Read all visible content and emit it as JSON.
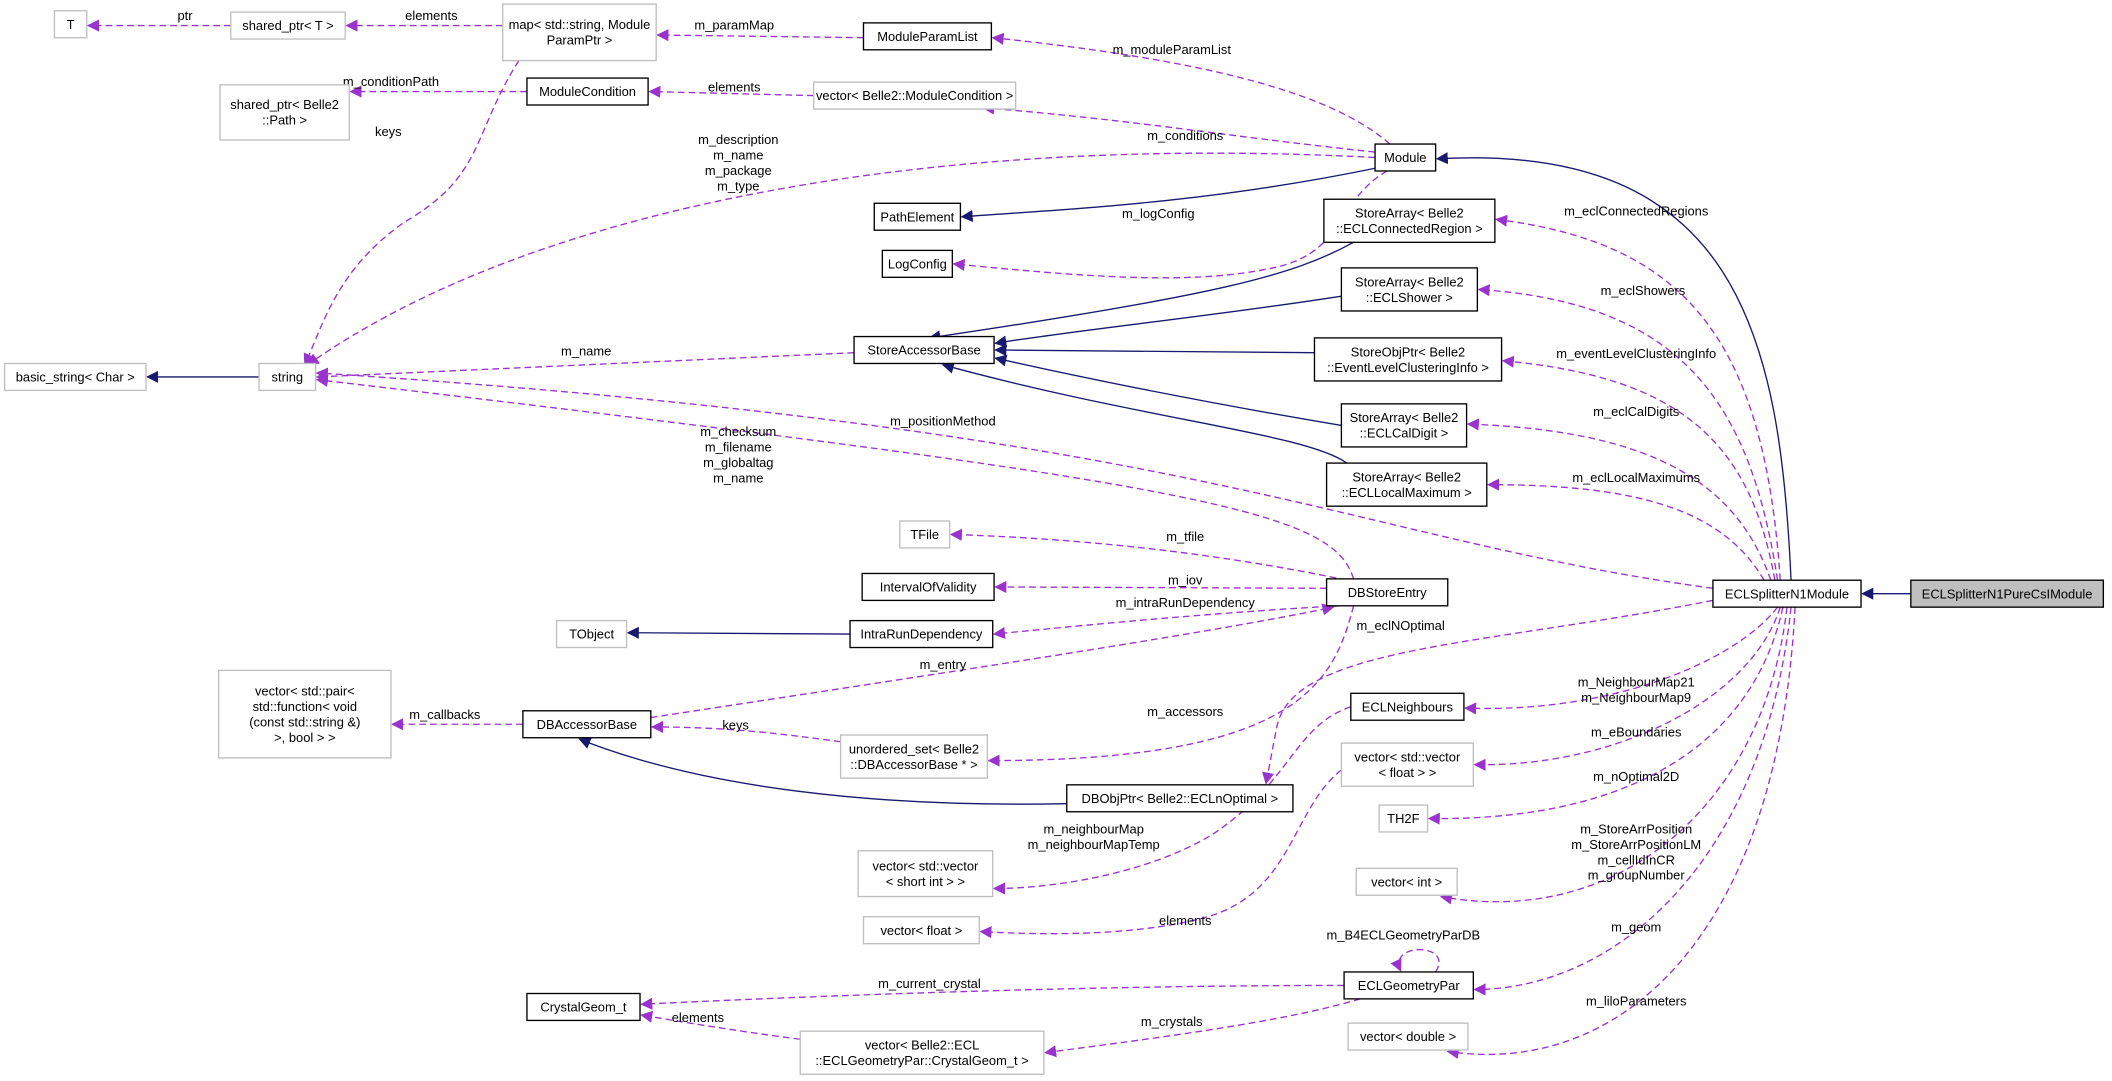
{
  "title": "ECLSplitterN1PureCsIModule collaboration diagram",
  "colors": {
    "usage_edge": "#9a32cd",
    "inherit_edge": "#191970",
    "focus_fill": "#bfbfbf",
    "external_border": "#bfbfbf"
  },
  "nodes": [
    {
      "id": "T",
      "lines": [
        "T"
      ],
      "style": "gray"
    },
    {
      "id": "shared_ptr_T",
      "lines": [
        "shared_ptr< T >"
      ],
      "style": "gray"
    },
    {
      "id": "map",
      "lines": [
        "map< std::string, Module",
        "ParamPtr >"
      ],
      "style": "gray"
    },
    {
      "id": "ModuleParamList",
      "lines": [
        "ModuleParamList"
      ],
      "style": "black"
    },
    {
      "id": "shared_ptr_Path",
      "lines": [
        "shared_ptr< Belle2",
        "::Path >"
      ],
      "style": "gray"
    },
    {
      "id": "ModuleCondition",
      "lines": [
        "ModuleCondition"
      ],
      "style": "black"
    },
    {
      "id": "vec_ModuleCondition",
      "lines": [
        "vector< Belle2::ModuleCondition >"
      ],
      "style": "gray"
    },
    {
      "id": "Module",
      "lines": [
        "Module"
      ],
      "style": "black"
    },
    {
      "id": "PathElement",
      "lines": [
        "PathElement"
      ],
      "style": "black"
    },
    {
      "id": "LogConfig",
      "lines": [
        "LogConfig"
      ],
      "style": "black"
    },
    {
      "id": "SA_ConnectedRegion",
      "lines": [
        "StoreArray< Belle2",
        "::ECLConnectedRegion >"
      ],
      "style": "black"
    },
    {
      "id": "SA_Shower",
      "lines": [
        "StoreArray< Belle2",
        "::ECLShower >"
      ],
      "style": "black"
    },
    {
      "id": "StoreAccessorBase",
      "lines": [
        "StoreAccessorBase"
      ],
      "style": "black"
    },
    {
      "id": "SO_EventLevel",
      "lines": [
        "StoreObjPtr< Belle2",
        "::EventLevelClusteringInfo >"
      ],
      "style": "black"
    },
    {
      "id": "SA_CalDigit",
      "lines": [
        "StoreArray< Belle2",
        "::ECLCalDigit >"
      ],
      "style": "black"
    },
    {
      "id": "SA_LocalMaximum",
      "lines": [
        "StoreArray< Belle2",
        "::ECLLocalMaximum >"
      ],
      "style": "black"
    },
    {
      "id": "basic_string",
      "lines": [
        "basic_string< Char >"
      ],
      "style": "gray"
    },
    {
      "id": "string",
      "lines": [
        "string"
      ],
      "style": "gray"
    },
    {
      "id": "TFile",
      "lines": [
        "TFile"
      ],
      "style": "gray"
    },
    {
      "id": "IntervalOfValidity",
      "lines": [
        "IntervalOfValidity"
      ],
      "style": "black"
    },
    {
      "id": "DBStoreEntry",
      "lines": [
        "DBStoreEntry"
      ],
      "style": "black"
    },
    {
      "id": "ECLSplitterN1Module",
      "lines": [
        "ECLSplitterN1Module"
      ],
      "style": "black"
    },
    {
      "id": "ECLSplitterN1PureCsIModule",
      "lines": [
        "ECLSplitterN1PureCsIModule"
      ],
      "style": "focus"
    },
    {
      "id": "TObject",
      "lines": [
        "TObject"
      ],
      "style": "gray"
    },
    {
      "id": "IntraRunDependency",
      "lines": [
        "IntraRunDependency"
      ],
      "style": "black"
    },
    {
      "id": "DBAccessorBase",
      "lines": [
        "DBAccessorBase"
      ],
      "style": "black"
    },
    {
      "id": "vec_pair",
      "lines": [
        "vector< std::pair<",
        "std::function< void",
        "(const std::string &)",
        ">, bool > >"
      ],
      "style": "gray"
    },
    {
      "id": "unordered_set",
      "lines": [
        "unordered_set< Belle2",
        "::DBAccessorBase * >"
      ],
      "style": "gray"
    },
    {
      "id": "ECLNeighbours",
      "lines": [
        "ECLNeighbours"
      ],
      "style": "black"
    },
    {
      "id": "vec_vec_float",
      "lines": [
        "vector< std::vector",
        "< float > >"
      ],
      "style": "gray"
    },
    {
      "id": "TH2F",
      "lines": [
        "TH2F"
      ],
      "style": "gray"
    },
    {
      "id": "DBObjPtr",
      "lines": [
        "DBObjPtr< Belle2::ECLnOptimal >"
      ],
      "style": "black"
    },
    {
      "id": "vec_vec_short",
      "lines": [
        "vector< std::vector",
        "< short int > >"
      ],
      "style": "gray"
    },
    {
      "id": "vec_float",
      "lines": [
        "vector< float >"
      ],
      "style": "gray"
    },
    {
      "id": "vec_int",
      "lines": [
        "vector< int >"
      ],
      "style": "gray"
    },
    {
      "id": "ECLGeometryPar",
      "lines": [
        "ECLGeometryPar"
      ],
      "style": "black"
    },
    {
      "id": "CrystalGeom_t",
      "lines": [
        "CrystalGeom_t"
      ],
      "style": "black"
    },
    {
      "id": "vec_CrystalGeom",
      "lines": [
        "vector< Belle2::ECL",
        "::ECLGeometryPar::CrystalGeom_t >"
      ],
      "style": "gray"
    },
    {
      "id": "vec_double",
      "lines": [
        "vector< double >"
      ],
      "style": "gray"
    }
  ],
  "edges": [
    {
      "id": "e1",
      "from": "ECLSplitterN1PureCsIModule",
      "to": "ECLSplitterN1Module",
      "kind": "inherit",
      "label": []
    },
    {
      "id": "e2",
      "from": "ECLSplitterN1Module",
      "to": "Module",
      "kind": "inherit",
      "label": []
    },
    {
      "id": "e3",
      "from": "Module",
      "to": "PathElement",
      "kind": "inherit",
      "label": []
    },
    {
      "id": "e4",
      "from": "SA_ConnectedRegion",
      "to": "StoreAccessorBase",
      "kind": "inherit",
      "label": []
    },
    {
      "id": "e5",
      "from": "SA_Shower",
      "to": "StoreAccessorBase",
      "kind": "inherit",
      "label": []
    },
    {
      "id": "e6",
      "from": "SO_EventLevel",
      "to": "StoreAccessorBase",
      "kind": "inherit",
      "label": []
    },
    {
      "id": "e7",
      "from": "SA_CalDigit",
      "to": "StoreAccessorBase",
      "kind": "inherit",
      "label": []
    },
    {
      "id": "e8",
      "from": "SA_LocalMaximum",
      "to": "StoreAccessorBase",
      "kind": "inherit",
      "label": []
    },
    {
      "id": "e9",
      "from": "string",
      "to": "basic_string",
      "kind": "inherit",
      "label": []
    },
    {
      "id": "e10",
      "from": "IntraRunDependency",
      "to": "TObject",
      "kind": "inherit",
      "label": []
    },
    {
      "id": "e11",
      "from": "DBObjPtr",
      "to": "DBAccessorBase",
      "kind": "inherit",
      "label": []
    },
    {
      "id": "u1",
      "from": "shared_ptr_T",
      "to": "T",
      "kind": "usage",
      "label": [
        "ptr"
      ]
    },
    {
      "id": "u2",
      "from": "map",
      "to": "shared_ptr_T",
      "kind": "usage",
      "label": [
        "elements"
      ]
    },
    {
      "id": "u3",
      "from": "ModuleParamList",
      "to": "map",
      "kind": "usage",
      "label": [
        "m_paramMap"
      ]
    },
    {
      "id": "u4",
      "from": "map",
      "to": "string",
      "kind": "usage",
      "label": [
        "keys"
      ]
    },
    {
      "id": "u5",
      "from": "ModuleCondition",
      "to": "shared_ptr_Path",
      "kind": "usage",
      "label": [
        "m_conditionPath"
      ]
    },
    {
      "id": "u6",
      "from": "vec_ModuleCondition",
      "to": "ModuleCondition",
      "kind": "usage",
      "label": [
        "elements"
      ]
    },
    {
      "id": "u7",
      "from": "Module",
      "to": "ModuleParamList",
      "kind": "usage",
      "label": [
        "m_moduleParamList"
      ]
    },
    {
      "id": "u8",
      "from": "Module",
      "to": "vec_ModuleCondition",
      "kind": "usage",
      "label": [
        "m_conditions"
      ]
    },
    {
      "id": "u9",
      "from": "Module",
      "to": "string",
      "kind": "usage",
      "label": [
        "m_description",
        "m_name",
        "m_package",
        "m_type"
      ]
    },
    {
      "id": "u10",
      "from": "Module",
      "to": "LogConfig",
      "kind": "usage",
      "label": [
        "m_logConfig"
      ]
    },
    {
      "id": "u11",
      "from": "StoreAccessorBase",
      "to": "string",
      "kind": "usage",
      "label": [
        "m_name"
      ]
    },
    {
      "id": "u12",
      "from": "ECLSplitterN1Module",
      "to": "SA_ConnectedRegion",
      "kind": "usage",
      "label": [
        "m_eclConnectedRegions"
      ]
    },
    {
      "id": "u13",
      "from": "ECLSplitterN1Module",
      "to": "SA_Shower",
      "kind": "usage",
      "label": [
        "m_eclShowers"
      ]
    },
    {
      "id": "u14",
      "from": "ECLSplitterN1Module",
      "to": "SO_EventLevel",
      "kind": "usage",
      "label": [
        "m_eventLevelClusteringInfo"
      ]
    },
    {
      "id": "u15",
      "from": "ECLSplitterN1Module",
      "to": "SA_CalDigit",
      "kind": "usage",
      "label": [
        "m_eclCalDigits"
      ]
    },
    {
      "id": "u16",
      "from": "ECLSplitterN1Module",
      "to": "SA_LocalMaximum",
      "kind": "usage",
      "label": [
        "m_eclLocalMaximums"
      ]
    },
    {
      "id": "u17",
      "from": "ECLSplitterN1Module",
      "to": "string",
      "kind": "usage",
      "label": [
        "m_positionMethod"
      ]
    },
    {
      "id": "u18",
      "from": "DBStoreEntry",
      "to": "string",
      "kind": "usage",
      "label": [
        "m_checksum",
        "m_filename",
        "m_globaltag",
        "m_name"
      ]
    },
    {
      "id": "u19",
      "from": "DBStoreEntry",
      "to": "TFile",
      "kind": "usage",
      "label": [
        "m_tfile"
      ]
    },
    {
      "id": "u20",
      "from": "DBStoreEntry",
      "to": "IntervalOfValidity",
      "kind": "usage",
      "label": [
        "m_iov"
      ]
    },
    {
      "id": "u21",
      "from": "DBStoreEntry",
      "to": "IntraRunDependency",
      "kind": "usage",
      "label": [
        "m_intraRunDependency"
      ]
    },
    {
      "id": "u22",
      "from": "DBAccessorBase",
      "to": "DBStoreEntry",
      "kind": "usage",
      "label": [
        "m_entry"
      ]
    },
    {
      "id": "u23",
      "from": "DBAccessorBase",
      "to": "vec_pair",
      "kind": "usage",
      "label": [
        "m_callbacks"
      ]
    },
    {
      "id": "u24",
      "from": "unordered_set",
      "to": "DBAccessorBase",
      "kind": "usage",
      "label": [
        "keys"
      ]
    },
    {
      "id": "u25",
      "from": "DBStoreEntry",
      "to": "unordered_set",
      "kind": "usage",
      "label": [
        "m_accessors"
      ]
    },
    {
      "id": "u26",
      "from": "ECLSplitterN1Module",
      "to": "DBObjPtr",
      "kind": "usage",
      "label": [
        "m_eclNOptimal"
      ]
    },
    {
      "id": "u27",
      "from": "ECLNeighbours",
      "to": "vec_vec_short",
      "kind": "usage",
      "label": [
        "m_neighbourMap",
        "m_neighbourMapTemp"
      ]
    },
    {
      "id": "u28",
      "from": "vec_vec_float",
      "to": "vec_float",
      "kind": "usage",
      "label": [
        "elements"
      ]
    },
    {
      "id": "u29",
      "from": "ECLSplitterN1Module",
      "to": "ECLNeighbours",
      "kind": "usage",
      "label": [
        "m_NeighbourMap21",
        "m_NeighbourMap9"
      ]
    },
    {
      "id": "u30",
      "from": "ECLSplitterN1Module",
      "to": "vec_vec_float",
      "kind": "usage",
      "label": [
        "m_eBoundaries"
      ]
    },
    {
      "id": "u31",
      "from": "ECLSplitterN1Module",
      "to": "TH2F",
      "kind": "usage",
      "label": [
        "m_nOptimal2D"
      ]
    },
    {
      "id": "u32",
      "from": "ECLSplitterN1Module",
      "to": "vec_int",
      "kind": "usage",
      "label": [
        "m_StoreArrPosition",
        "m_StoreArrPositionLM",
        "m_cellIdInCR",
        "m_groupNumber"
      ]
    },
    {
      "id": "u33",
      "from": "ECLSplitterN1Module",
      "to": "ECLGeometryPar",
      "kind": "usage",
      "label": [
        "m_geom"
      ]
    },
    {
      "id": "u34",
      "from": "ECLSplitterN1Module",
      "to": "vec_double",
      "kind": "usage",
      "label": [
        "m_liloParameters"
      ]
    },
    {
      "id": "u35",
      "from": "ECLGeometryPar",
      "to": "ECLGeometryPar",
      "kind": "usage",
      "label": [
        "m_B4ECLGeometryParDB"
      ]
    },
    {
      "id": "u36",
      "from": "ECLGeometryPar",
      "to": "CrystalGeom_t",
      "kind": "usage",
      "label": [
        "m_current_crystal"
      ]
    },
    {
      "id": "u37",
      "from": "ECLGeometryPar",
      "to": "vec_CrystalGeom",
      "kind": "usage",
      "label": [
        "m_crystals"
      ]
    },
    {
      "id": "u38",
      "from": "vec_CrystalGeom",
      "to": "CrystalGeom_t",
      "kind": "usage",
      "label": [
        "elements"
      ]
    }
  ]
}
